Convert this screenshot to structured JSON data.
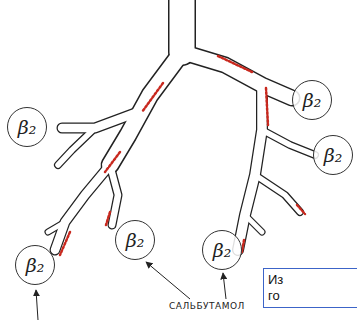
{
  "diagram": {
    "nodes": [
      {
        "text": [
          "β₂"
        ]
      },
      {
        "text": [
          "β₂"
        ]
      },
      {
        "text": [
          "β₂"
        ]
      },
      {
        "text": [
          "β₂"
        ]
      },
      {
        "text": [
          "β₂"
        ]
      },
      {
        "text": [
          "β₂"
        ]
      },
      {
        "text": [
          "Из го"
        ]
      }
    ],
    "labels": [
      "САЛЬБУТАМОЛ"
    ]
  }
}
